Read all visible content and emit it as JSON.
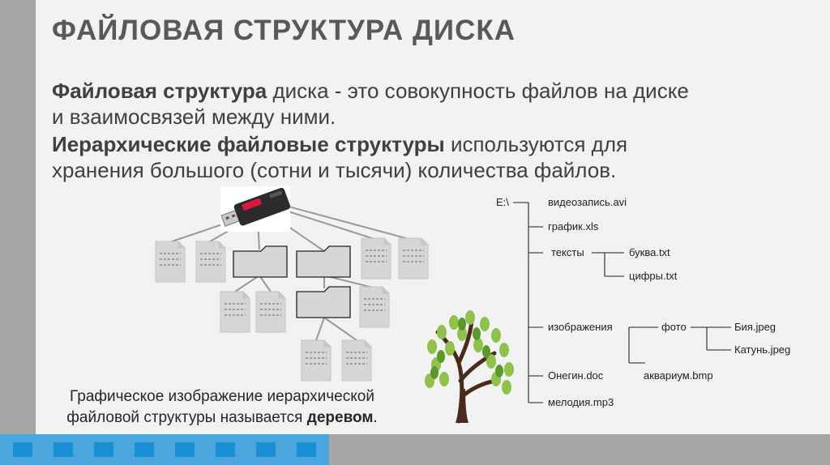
{
  "title": "ФАЙЛОВАЯ СТРУКТУРА ДИСКА",
  "para1": {
    "bold": "Файловая структура",
    "line1_rest": " диска - это совокупность файлов на диске",
    "line2": "и взаимосвязей между ними."
  },
  "para2": {
    "bold": "Иерархические файловые структуры",
    "line1_rest": " используются для",
    "line2": "хранения большого (сотни и тысячи) количества файлов."
  },
  "caption": {
    "line1": "Графическое изображение иерархической",
    "line2_start": "файловой структуры называется ",
    "line2_bold": "деревом",
    "line2_end": "."
  },
  "tree": {
    "root": "E:\\",
    "items": [
      "видеозапись.avi",
      "график.xls",
      "тексты",
      "буква.txt",
      "цифры.txt",
      "изображения",
      "фото",
      "Бия.jpeg",
      "Катунь.jpeg",
      "Онегин.doc",
      "аквариум.bmp",
      "мелодия.mp3"
    ]
  },
  "colors": {
    "accent": "#4aa6dc",
    "accent_dark": "#1a8fd6",
    "title": "#595959",
    "text": "#404040",
    "usb_red": "#d8183c"
  }
}
